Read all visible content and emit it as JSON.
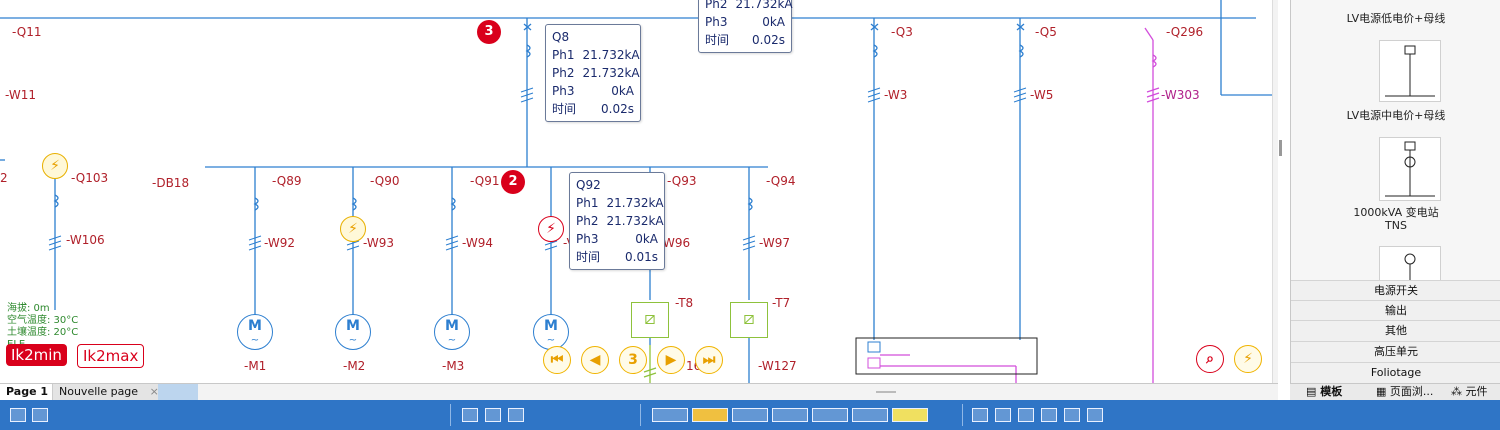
{
  "labels": {
    "q11": "-Q11",
    "w11": "-W11",
    "q103": "-Q103",
    "w106": "-W106",
    "db18": "-DB18",
    "q89": "-Q89",
    "q90": "-Q90",
    "q91": "-Q91",
    "q93": "-Q93",
    "q94": "-Q94",
    "w92": "-W92",
    "w93": "-W93",
    "w94": "-W94",
    "w96": "W96",
    "w97": "-W97",
    "m1": "-M1",
    "m2": "-M2",
    "m3": "-M3",
    "t8": "-T8",
    "t7": "-T7",
    "w127": "-W127",
    "frag16": "16",
    "q3": "-Q3",
    "q5": "-Q5",
    "q296": "-Q296",
    "w3": "-W3",
    "w5": "-W5",
    "w303": "-W303",
    "frag_v": "-V",
    "frag2": "2"
  },
  "tooltip_q8": {
    "title": "Q8",
    "rows": [
      {
        "k": "Ph1",
        "v": "21.732kA"
      },
      {
        "k": "Ph2",
        "v": "21.732kA"
      },
      {
        "k": "Ph3",
        "v": "0kA"
      },
      {
        "k": "时间",
        "v": "0.02s"
      }
    ]
  },
  "tooltip_q92": {
    "title": "Q92",
    "rows": [
      {
        "k": "Ph1",
        "v": "21.732kA"
      },
      {
        "k": "Ph2",
        "v": "21.732kA"
      },
      {
        "k": "Ph3",
        "v": "0kA"
      },
      {
        "k": "时间",
        "v": "0.01s"
      }
    ]
  },
  "tooltip_top": {
    "rows": [
      {
        "k": "Ph2",
        "v": "21.732kA"
      },
      {
        "k": "Ph3",
        "v": "0kA"
      },
      {
        "k": "时间",
        "v": "0.02s"
      }
    ]
  },
  "badges": {
    "b3": "3",
    "b2": "2"
  },
  "motor_glyph": "M",
  "motor_wave": "~",
  "env": {
    "altitude": "海拔: 0m",
    "air_temp": "空气温度: 30°C",
    "soil_temp": "土壤温度: 20°C",
    "frag": "ELE"
  },
  "buttons": {
    "lk2min": "Ik2min",
    "lk2max": "Ik2max",
    "nav_page": "3"
  },
  "colors": {
    "bus": "#2d7fd0",
    "pink": "#d24ddb",
    "label": "#b0202a",
    "accent": "#d9001b",
    "statusbar": "#2f75c6"
  },
  "sidepanel": {
    "templates": [
      {
        "label": "LV电源低电价+母线"
      },
      {
        "label": "LV电源中电价+母线"
      },
      {
        "label": "1000kVA 变电站\nTNS"
      }
    ],
    "sections": [
      "电源开关",
      "输出",
      "其他",
      "高压单元",
      "Foliotage"
    ],
    "tabs": [
      "模板",
      "页面浏...",
      "元件"
    ]
  },
  "pages": [
    "Page 1",
    "Nouvelle page"
  ]
}
